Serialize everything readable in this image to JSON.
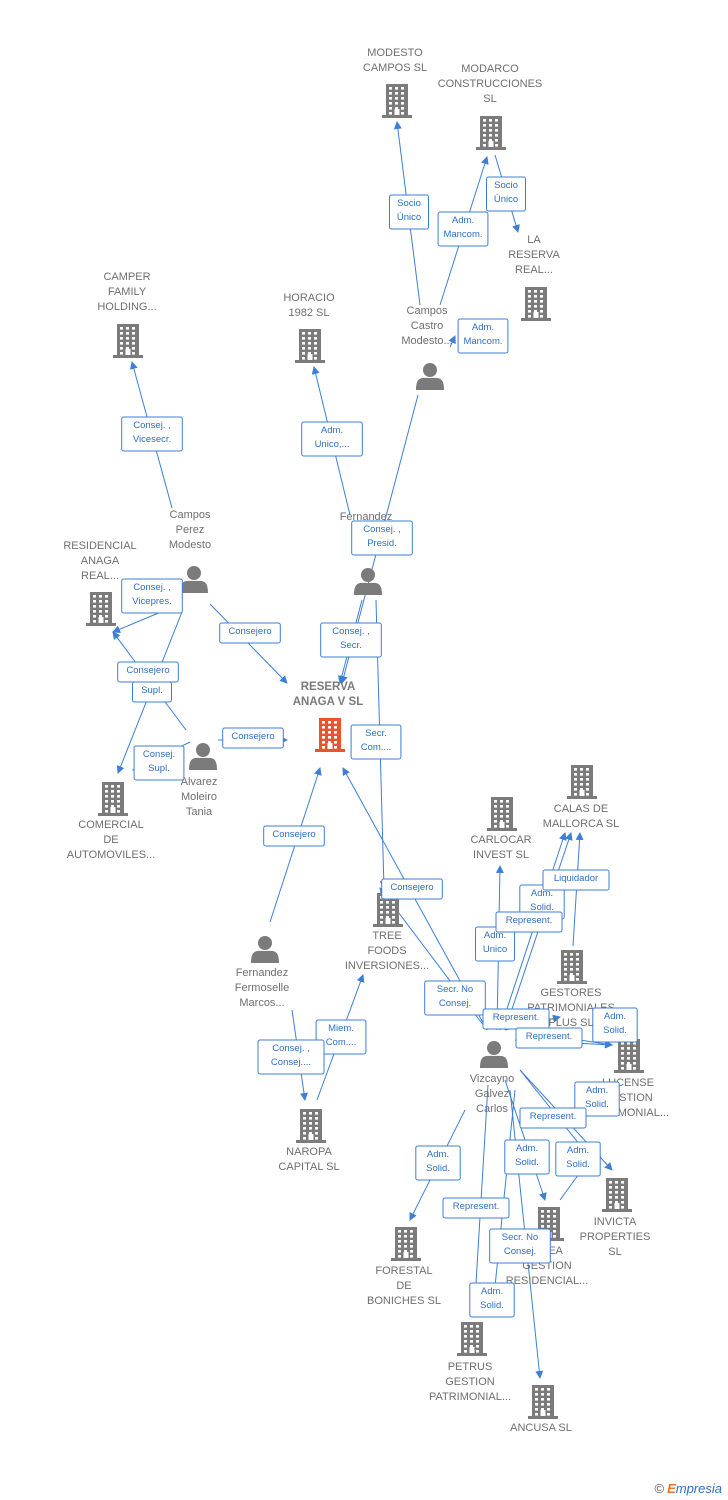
{
  "colors": {
    "accent": "#3d7fd6",
    "main": "#e8542b",
    "node": "#7b7b7b"
  },
  "footer": {
    "copyright": "©",
    "brand_initial": "E",
    "brand_rest": "mpresia"
  },
  "nodes": [
    {
      "id": "reserva",
      "type": "company-main",
      "lines": [
        "RESERVA",
        "ANAGA V  SL"
      ]
    },
    {
      "id": "modesto",
      "type": "company",
      "lines": [
        "MODESTO",
        "CAMPOS  SL"
      ]
    },
    {
      "id": "modarco",
      "type": "company",
      "lines": [
        "MODARCO",
        "CONSTRUCCIONES",
        "SL"
      ]
    },
    {
      "id": "lareserva",
      "type": "company",
      "lines": [
        "LA",
        "RESERVA",
        "REAL..."
      ]
    },
    {
      "id": "camper",
      "type": "company",
      "lines": [
        "CAMPER",
        "FAMILY",
        "HOLDING..."
      ]
    },
    {
      "id": "horacio",
      "type": "company",
      "lines": [
        "HORACIO",
        "1982 SL"
      ]
    },
    {
      "id": "camposcastro",
      "type": "person",
      "lines": [
        "Campos",
        "Castro",
        "Modesto..."
      ]
    },
    {
      "id": "camposperez",
      "type": "person",
      "lines": [
        "Campos",
        "Perez",
        "Modesto"
      ]
    },
    {
      "id": "fernandezm",
      "type": "person",
      "lines": [
        "Fernandez",
        "M..."
      ]
    },
    {
      "id": "residencial",
      "type": "company",
      "lines": [
        "RESIDENCIAL",
        "ANAGA",
        "REAL..."
      ]
    },
    {
      "id": "alvarez",
      "type": "person",
      "lines": [
        "Alvarez",
        "Moleiro",
        "Tania"
      ]
    },
    {
      "id": "comercial",
      "type": "company",
      "lines": [
        "COMERCIAL",
        "DE",
        "AUTOMOVILES..."
      ]
    },
    {
      "id": "fermoselle",
      "type": "person",
      "lines": [
        "Fernandez",
        "Fermoselle",
        "Marcos..."
      ]
    },
    {
      "id": "tree",
      "type": "company",
      "lines": [
        "TREE",
        "FOODS",
        "INVERSIONES..."
      ]
    },
    {
      "id": "naropa",
      "type": "company",
      "lines": [
        "NAROPA",
        "CAPITAL SL"
      ]
    },
    {
      "id": "calas",
      "type": "company",
      "lines": [
        "CALAS DE",
        "MALLORCA  SL"
      ]
    },
    {
      "id": "carlocar",
      "type": "company",
      "lines": [
        "CARLOCAR",
        "INVEST  SL"
      ]
    },
    {
      "id": "gestores",
      "type": "company",
      "lines": [
        "GESTORES",
        "PATRIMONIALES",
        "PLUS  SL"
      ]
    },
    {
      "id": "vizcayno",
      "type": "person",
      "lines": [
        "Vizcayno",
        "Galvez",
        "Carlos"
      ]
    },
    {
      "id": "lucense",
      "type": "company",
      "lines": [
        "LUCENSE",
        "GESTION",
        "PATRIMONIAL..."
      ]
    },
    {
      "id": "invicta",
      "type": "company",
      "lines": [
        "INVICTA",
        "PROPERTIES",
        "SL"
      ]
    },
    {
      "id": "linea",
      "type": "company",
      "lines": [
        "LINEA",
        "GESTION",
        "RESIDENCIAL..."
      ]
    },
    {
      "id": "forestal",
      "type": "company",
      "lines": [
        "FORESTAL",
        "DE",
        "BONICHES  SL"
      ]
    },
    {
      "id": "petrus",
      "type": "company",
      "lines": [
        "PETRUS",
        "GESTION",
        "PATRIMONIAL..."
      ]
    },
    {
      "id": "ancusa",
      "type": "company",
      "lines": [
        "ANCUSA  SL"
      ]
    }
  ],
  "edges": [
    {
      "from": "camposcastro",
      "to": "modesto",
      "label": [
        "Socio",
        "Único"
      ]
    },
    {
      "from": "camposcastro",
      "to": "modarco",
      "label": [
        "Adm.",
        "Mancom."
      ]
    },
    {
      "from": "modarco",
      "to": "lareserva",
      "label": [
        "Socio",
        "Único"
      ]
    },
    {
      "from": "camposcastro",
      "to": "lareserva",
      "label": [
        "Adm.",
        "Mancom."
      ]
    },
    {
      "from": "camposperez",
      "to": "camper",
      "label": [
        "Consej. ,",
        "Vicesecr."
      ]
    },
    {
      "from": "fernandezm",
      "to": "horacio",
      "label": [
        "Adm.",
        "Unico,..."
      ]
    },
    {
      "from": "camposcastro",
      "to": "reserva",
      "label": [
        "Consej. ,",
        "Presid."
      ]
    },
    {
      "from": "fernandezm",
      "to": "reserva",
      "label": [
        "Consej. ,",
        "Secr."
      ]
    },
    {
      "from": "camposperez",
      "to": "residencial",
      "label": [
        "Consej. ,",
        "Vicepres."
      ]
    },
    {
      "from": "camposperez",
      "to": "reserva",
      "label": [
        "Consejero"
      ]
    },
    {
      "from": "alvarez",
      "to": "residencial",
      "label": [
        "Consejero"
      ]
    },
    {
      "from": "camposperez",
      "to": "comercial",
      "label": [
        "Supl."
      ]
    },
    {
      "from": "alvarez",
      "to": "comercial",
      "label": [
        "Consej.",
        "Supl."
      ]
    },
    {
      "from": "alvarez",
      "to": "reserva",
      "label": [
        "Consejero"
      ]
    },
    {
      "from": "fernandezm",
      "to": "tree",
      "label": [
        "Secr.",
        "Com...."
      ]
    },
    {
      "from": "fermoselle",
      "to": "reserva",
      "label": [
        "Consejero"
      ]
    },
    {
      "from": "vizcayno",
      "to": "tree",
      "label": [
        "Consejero"
      ]
    },
    {
      "from": "vizcayno",
      "to": "reserva",
      "label": [
        "Secr.  No",
        "Consej."
      ]
    },
    {
      "from": "naropa",
      "to": "tree",
      "label": [
        "Miem.",
        "Com...."
      ]
    },
    {
      "from": "fermoselle",
      "to": "naropa",
      "label": [
        "Consej. ,",
        "Consej...."
      ]
    },
    {
      "from": "vizcayno",
      "to": "carlocar",
      "label": [
        "Adm.",
        "Unico"
      ]
    },
    {
      "from": "vizcayno",
      "to": "calas",
      "label": [
        "Adm.",
        "Solid."
      ]
    },
    {
      "from": "vizcayno",
      "to": "calas",
      "label": [
        "Represent."
      ]
    },
    {
      "from": "gestores",
      "to": "calas",
      "label": [
        "Liquidador"
      ]
    },
    {
      "from": "vizcayno",
      "to": "gestores",
      "label": [
        "Represent."
      ]
    },
    {
      "from": "vizcayno",
      "to": "lucense",
      "label": [
        "Represent."
      ]
    },
    {
      "from": "vizcayno",
      "to": "lucense",
      "label": [
        "Adm.",
        "Solid."
      ]
    },
    {
      "from": "vizcayno",
      "to": "invicta",
      "label": [
        "Adm.",
        "Solid."
      ]
    },
    {
      "from": "vizcayno",
      "to": "invicta",
      "label": [
        "Represent."
      ]
    },
    {
      "from": "vizcayno",
      "to": "linea",
      "label": [
        "Adm.",
        "Solid."
      ]
    },
    {
      "from": "vizcayno",
      "to": "linea",
      "label": [
        "Adm.",
        "Solid."
      ]
    },
    {
      "from": "vizcayno",
      "to": "forestal",
      "label": [
        "Adm.",
        "Solid."
      ]
    },
    {
      "from": "vizcayno",
      "to": "petrus",
      "label": [
        "Represent."
      ]
    },
    {
      "from": "vizcayno",
      "to": "ancusa",
      "label": [
        "Secr.  No",
        "Consej."
      ]
    },
    {
      "from": "vizcayno",
      "to": "petrus",
      "label": [
        "Adm.",
        "Solid."
      ]
    }
  ]
}
